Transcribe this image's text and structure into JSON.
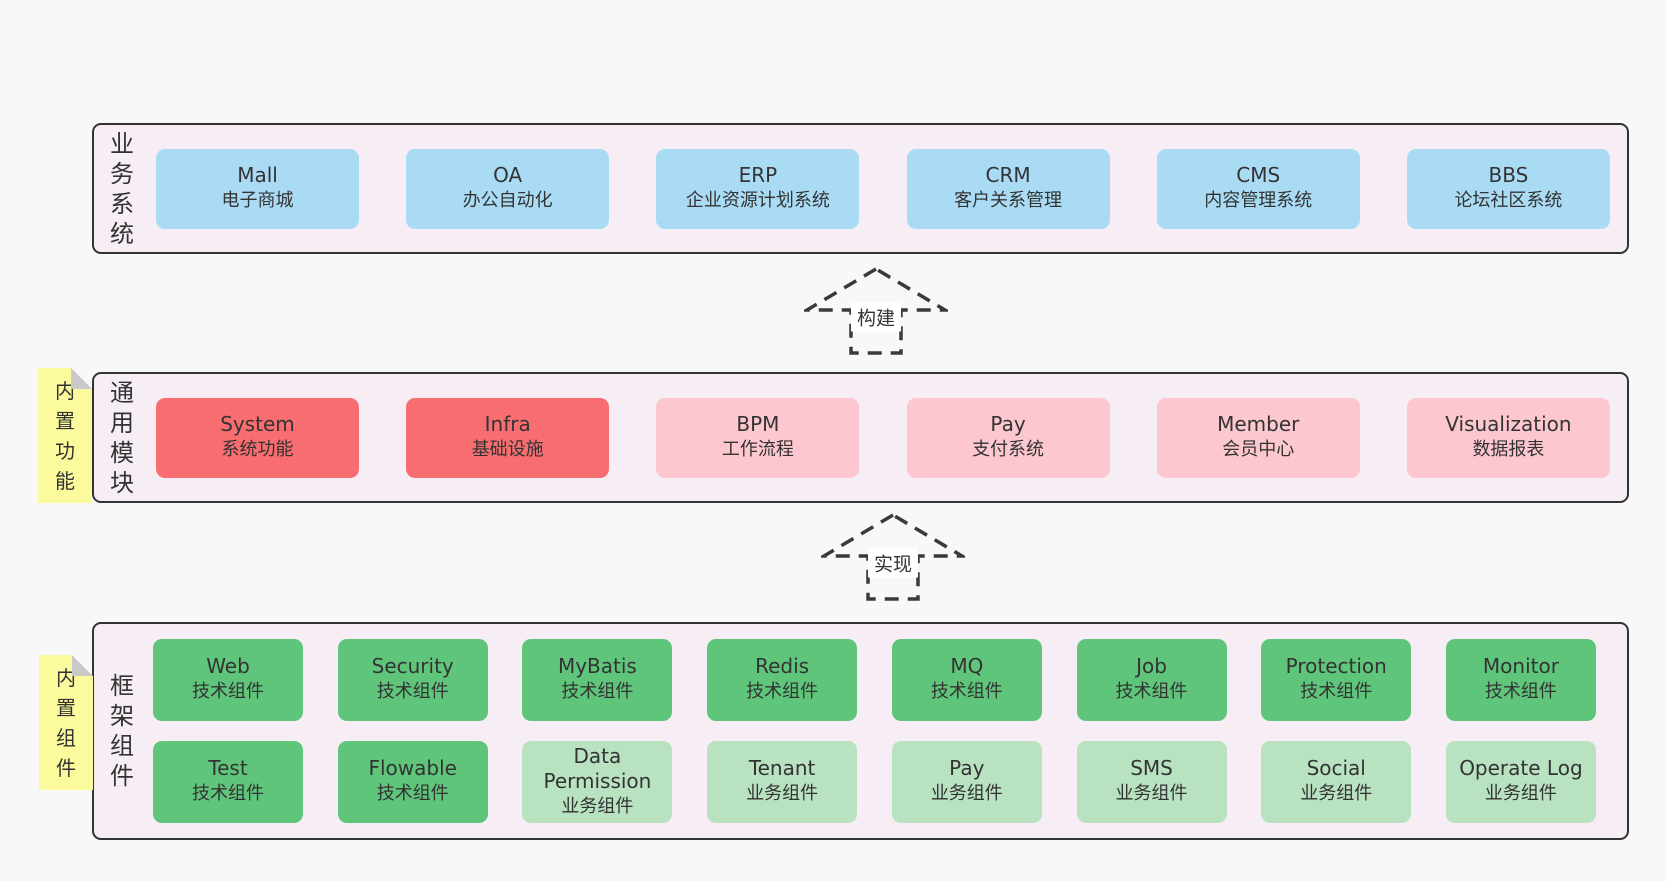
{
  "diagram": {
    "colors": {
      "page_bg": "#f8f8f8",
      "band_bg": "#f7edf5",
      "band_border": "#333333",
      "text": "#333333",
      "blue": "#aadbf5",
      "red": "#f76d70",
      "pink": "#fcc7cf",
      "green": "#5fc57b",
      "lightgreen": "#b8e2c0",
      "note_yellow": "#fbfa9c",
      "note_fold": "#c9c9c9",
      "arrow": "#3a3a3a",
      "arrow_label_bg": "#ffffff"
    },
    "bands": [
      {
        "id": "business-systems",
        "label": "业务系统",
        "note": null,
        "rows": [
          [
            {
              "en": "Mall",
              "zh": "电子商城",
              "variant": "blue"
            },
            {
              "en": "OA",
              "zh": "办公自动化",
              "variant": "blue"
            },
            {
              "en": "ERP",
              "zh": "企业资源计划系统",
              "variant": "blue"
            },
            {
              "en": "CRM",
              "zh": "客户关系管理",
              "variant": "blue"
            },
            {
              "en": "CMS",
              "zh": "内容管理系统",
              "variant": "blue"
            },
            {
              "en": "BBS",
              "zh": "论坛社区系统",
              "variant": "blue"
            }
          ]
        ]
      },
      {
        "id": "common-modules",
        "label": "通用模块",
        "note": "内置功能",
        "rows": [
          [
            {
              "en": "System",
              "zh": "系统功能",
              "variant": "red"
            },
            {
              "en": "Infra",
              "zh": "基础设施",
              "variant": "red"
            },
            {
              "en": "BPM",
              "zh": "工作流程",
              "variant": "pink"
            },
            {
              "en": "Pay",
              "zh": "支付系统",
              "variant": "pink"
            },
            {
              "en": "Member",
              "zh": "会员中心",
              "variant": "pink"
            },
            {
              "en": "Visualization",
              "zh": "数据报表",
              "variant": "pink"
            }
          ]
        ]
      },
      {
        "id": "framework-components",
        "label": "框架组件",
        "note": "内置组件",
        "rows": [
          [
            {
              "en": "Web",
              "zh": "技术组件",
              "variant": "green"
            },
            {
              "en": "Security",
              "zh": "技术组件",
              "variant": "green"
            },
            {
              "en": "MyBatis",
              "zh": "技术组件",
              "variant": "green"
            },
            {
              "en": "Redis",
              "zh": "技术组件",
              "variant": "green"
            },
            {
              "en": "MQ",
              "zh": "技术组件",
              "variant": "green"
            },
            {
              "en": "Job",
              "zh": "技术组件",
              "variant": "green"
            },
            {
              "en": "Protection",
              "zh": "技术组件",
              "variant": "green"
            },
            {
              "en": "Monitor",
              "zh": "技术组件",
              "variant": "green"
            }
          ],
          [
            {
              "en": "Test",
              "zh": "技术组件",
              "variant": "green"
            },
            {
              "en": "Flowable",
              "zh": "技术组件",
              "variant": "green"
            },
            {
              "en": "Data Permission",
              "zh": "业务组件",
              "variant": "lightgreen"
            },
            {
              "en": "Tenant",
              "zh": "业务组件",
              "variant": "lightgreen"
            },
            {
              "en": "Pay",
              "zh": "业务组件",
              "variant": "lightgreen"
            },
            {
              "en": "SMS",
              "zh": "业务组件",
              "variant": "lightgreen"
            },
            {
              "en": "Social",
              "zh": "业务组件",
              "variant": "lightgreen"
            },
            {
              "en": "Operate Log",
              "zh": "业务组件",
              "variant": "lightgreen"
            }
          ]
        ]
      }
    ],
    "arrows": [
      {
        "id": "build",
        "label": "构建"
      },
      {
        "id": "implement",
        "label": "实现"
      }
    ]
  }
}
